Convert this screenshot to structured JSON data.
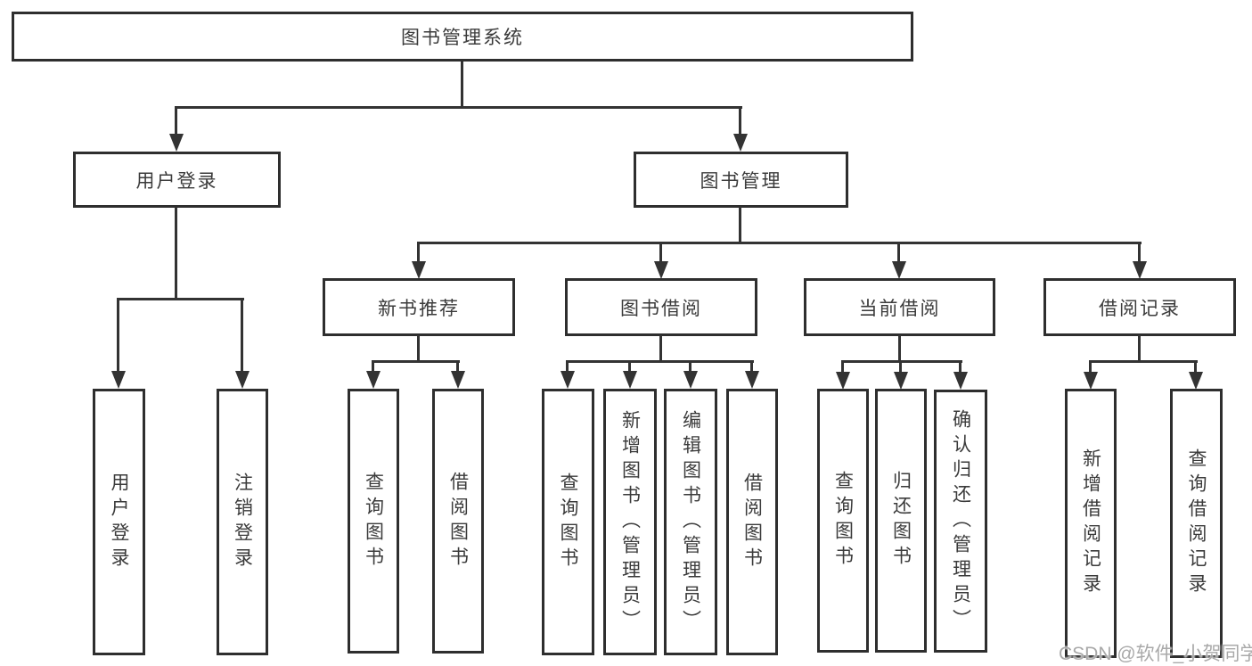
{
  "diagram": {
    "root": {
      "label": "图书管理系统"
    },
    "branches": [
      {
        "label": "用户登录",
        "children": [
          {
            "label": "用户登录"
          },
          {
            "label": "注销登录"
          }
        ]
      },
      {
        "label": "图书管理",
        "children": [
          {
            "label": "新书推荐",
            "children": [
              {
                "label": "查询图书"
              },
              {
                "label": "借阅图书"
              }
            ]
          },
          {
            "label": "图书借阅",
            "children": [
              {
                "label": "查询图书"
              },
              {
                "label": "新增图书（管理员）"
              },
              {
                "label": "编辑图书（管理员）"
              },
              {
                "label": "借阅图书"
              }
            ]
          },
          {
            "label": "当前借阅",
            "children": [
              {
                "label": "查询图书"
              },
              {
                "label": "归还图书"
              },
              {
                "label": "确认归还（管理员）"
              }
            ]
          },
          {
            "label": "借阅记录",
            "children": [
              {
                "label": "新增借阅记录"
              },
              {
                "label": "查询借阅记录"
              }
            ]
          }
        ]
      }
    ],
    "watermark": "CSDN @软件_小贺同学",
    "colors": {
      "line": "#333333",
      "border": "#2e2e2e",
      "text": "#3b3b3b",
      "watermark": "#a9a9a9",
      "background": "#ffffff"
    }
  }
}
